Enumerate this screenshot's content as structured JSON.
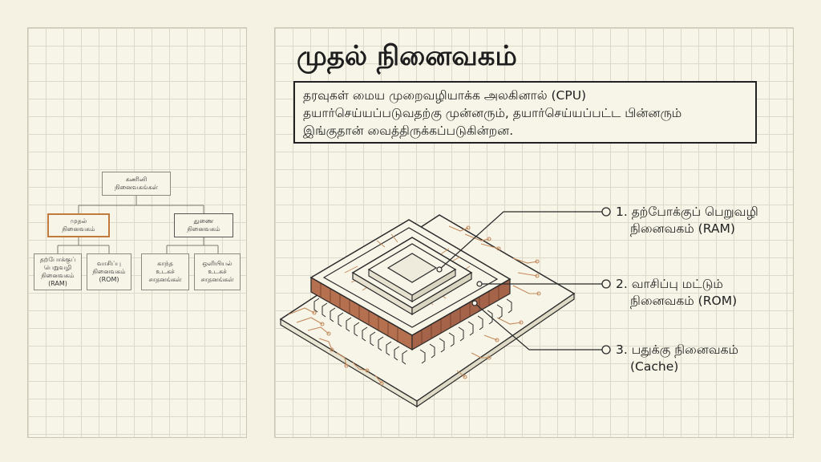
{
  "tree": {
    "root": "கணினி\nநினைவகங்கள்",
    "primary": "முதல்\nநினைவகம்",
    "secondary": "துணை\nநினைவகம்",
    "ram": "தற்போக்குப்\nபெறுவழி\nநினைவகம்\n(RAM)",
    "rom": "வாசிப்பு\nநினைவகம்\n(ROM)",
    "magnetic": "காந்த\nஉடகச்\nசாதனங்கள்",
    "optical": "ஒளியியல்\nஉடகச்\nசாதனங்கள்"
  },
  "main": {
    "title": "முதல் நினைவகம்",
    "description": [
      "தரவுகள் மைய முறைவழியாக்க அலகினால் (CPU)",
      "தயார்செய்யப்படுவதற்கு முன்னரும், தயார்செய்யப்பட்ட பின்னரும்",
      "இங்குதான் வைத்திருக்கப்படுகின்றன."
    ],
    "labels": [
      {
        "line1": "1. தற்போக்குப் பெறுவழி",
        "line2": "நினைவகம் (RAM)"
      },
      {
        "line1": "2. வாசிப்பு மட்டும்",
        "line2": "நினைவகம் (ROM)"
      },
      {
        "line1": "3. பதுக்கு நினைவகம்",
        "line2": "(Cache)"
      }
    ]
  },
  "colors": {
    "highlight": "#c07a3c",
    "chip_body": "#b5704f",
    "trace": "#c48a5c",
    "ink": "#222222"
  }
}
